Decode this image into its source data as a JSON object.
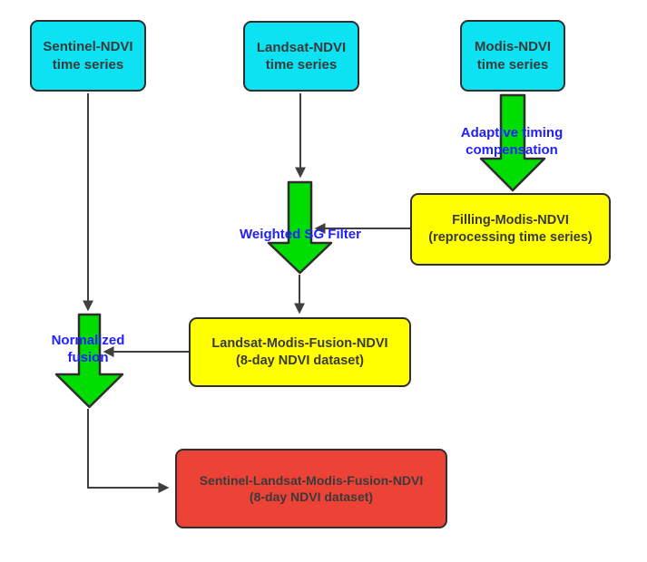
{
  "diagram": {
    "title": "NDVI time-series fusion flowchart",
    "nodes": {
      "sentinel": {
        "line1": "Sentinel-NDVI",
        "line2": "time series"
      },
      "landsat": {
        "line1": "Landsat-NDVI",
        "line2": "time series"
      },
      "modis": {
        "line1": "Modis-NDVI",
        "line2": "time series"
      },
      "filling": {
        "line1": "Filling-Modis-NDVI",
        "line2": "(reprocessing time series)"
      },
      "landsat_modis_fusion": {
        "line1": "Landsat-Modis-Fusion-NDVI",
        "line2": "(8-day NDVI dataset)"
      },
      "sentinel_landsat_modis_fusion": {
        "line1": "Sentinel-Landsat-Modis-Fusion-NDVI",
        "line2": "(8-day NDVI dataset)"
      }
    },
    "process_labels": {
      "adaptive": {
        "line1": "Adaptive timing",
        "line2": "compensation"
      },
      "weighted": {
        "line1": "Weighted SG Filter"
      },
      "normalized": {
        "line1": "Normalized",
        "line2": "fusion"
      }
    },
    "colors": {
      "node_cyan": "#0ce2f2",
      "node_yellow": "#ffff00",
      "node_red": "#ed4337",
      "arrow_green": "#00dd00",
      "border_dark": "#2e2e2e",
      "connector_dark": "#3f3f3f",
      "label_blue": "#1f1fff",
      "node_text": "#3a3a3a"
    }
  }
}
